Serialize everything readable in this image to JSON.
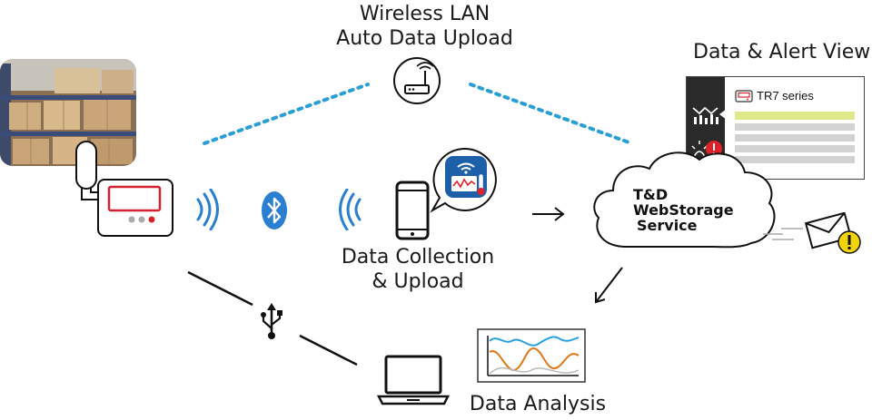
{
  "labels": {
    "wireless_line1": "Wireless LAN",
    "wireless_line2": "Auto Data Upload",
    "alert_view": "Data & Alert View",
    "collection_line1": "Data Collection",
    "collection_line2": "& Upload",
    "analysis": "Data Analysis"
  },
  "cloud": {
    "line1": "T&D",
    "line2": "WebStorage",
    "line3": "Service"
  },
  "alert_panel": {
    "series_label": "TR7 series"
  },
  "icons": [
    "warehouse-photo",
    "data-logger-icon",
    "wireless-signal-icon",
    "bluetooth-icon",
    "router-icon",
    "smartphone-icon",
    "thermometer-app-icon",
    "cloud-icon",
    "chart-icon",
    "alarm-icon",
    "mail-alert-icon",
    "usb-icon",
    "laptop-icon",
    "graph-icon"
  ],
  "colors": {
    "dotted_line": "#2a9fd6",
    "app_icon_bg": "#1d5fa8",
    "alert_red": "#e0202a",
    "warning_yellow": "#f2d40a",
    "graph_blue": "#2aa0e0",
    "graph_orange": "#e07818",
    "panel_dark": "#2a2a2a",
    "highlight_row": "#dfe98a"
  }
}
